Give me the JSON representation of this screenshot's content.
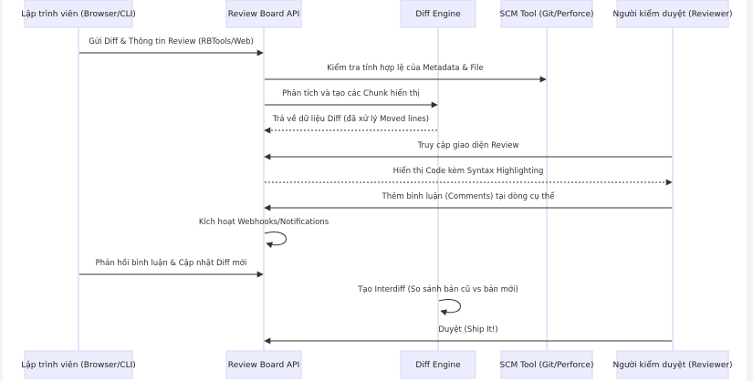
{
  "participants": [
    {
      "id": "dev",
      "label": "Lập trình viên (Browser/CLI)"
    },
    {
      "id": "rb",
      "label": "Review Board API"
    },
    {
      "id": "diff",
      "label": "Diff Engine"
    },
    {
      "id": "scm",
      "label": "SCM Tool (Git/Perforce)"
    },
    {
      "id": "rev",
      "label": "Người kiểm duyệt (Reviewer)"
    }
  ],
  "messages": [
    {
      "from": "dev",
      "to": "rb",
      "label": "Gửi Diff & Thông tin Review (RBTools/Web)",
      "dashed": false
    },
    {
      "from": "rb",
      "to": "scm",
      "label": "Kiểm tra tính hợp lệ của Metadata & File",
      "dashed": false
    },
    {
      "from": "rb",
      "to": "diff",
      "label": "Phân tích và tạo các Chunk hiển thị",
      "dashed": false
    },
    {
      "from": "diff",
      "to": "rb",
      "label": "Trả về dữ liệu Diff (đã xử lý Moved lines)",
      "dashed": true
    },
    {
      "from": "rev",
      "to": "rb",
      "label": "Truy cập giao diện Review",
      "dashed": false
    },
    {
      "from": "rb",
      "to": "rev",
      "label": "Hiển thị Code kèm Syntax Highlighting",
      "dashed": true
    },
    {
      "from": "rev",
      "to": "rb",
      "label": "Thêm bình luận (Comments) tại dòng cụ thể",
      "dashed": false
    },
    {
      "from": "rb",
      "to": "rb",
      "label": "Kích hoạt Webhooks/Notifications",
      "dashed": false
    },
    {
      "from": "dev",
      "to": "rb",
      "label": "Phản hồi bình luận & Cập nhật Diff mới",
      "dashed": false
    },
    {
      "from": "diff",
      "to": "diff",
      "label": "Tạo Interdiff (So sánh bản cũ vs bản mới)",
      "dashed": false
    },
    {
      "from": "rev",
      "to": "rb",
      "label": "Duyệt (Ship It!)",
      "dashed": false
    }
  ]
}
